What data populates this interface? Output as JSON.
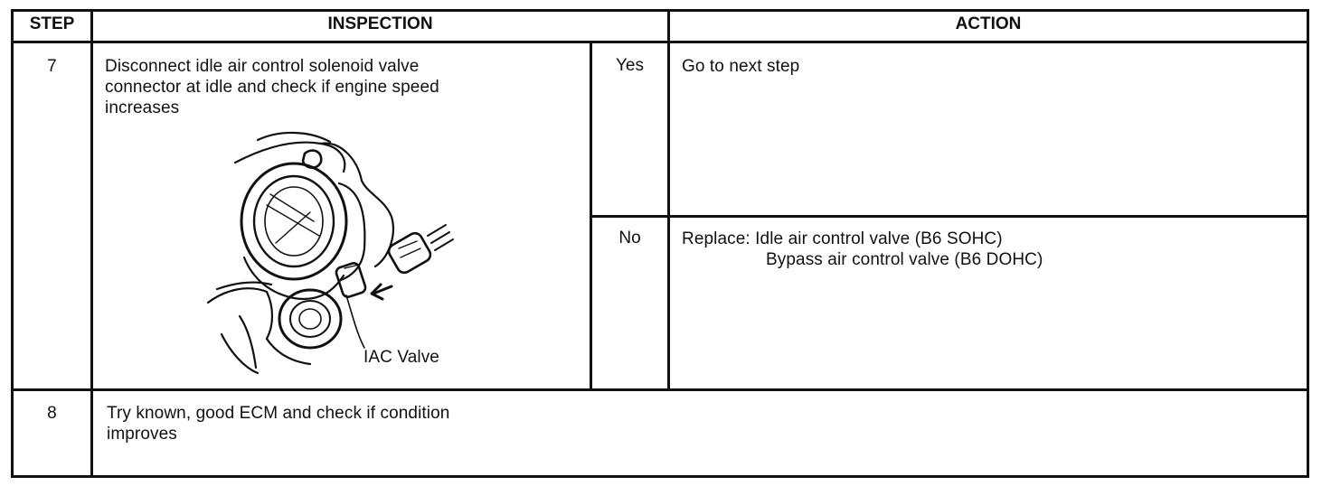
{
  "header": {
    "step": "STEP",
    "inspection": "INSPECTION",
    "action": "ACTION"
  },
  "rows": [
    {
      "step": "7",
      "inspection_lines": [
        "Disconnect idle air control solenoid valve",
        "connector at idle and check if engine speed",
        "increases"
      ],
      "figure": {
        "icon": "throttle-body-iac-valve-illustration",
        "label": "IAC Valve"
      },
      "yes_label": "Yes",
      "yes_action": "Go to next step",
      "no_label": "No",
      "no_action_lines": [
        "Replace: Idle air control valve (B6 SOHC)",
        "Bypass air control valve (B6 DOHC)"
      ]
    },
    {
      "step": "8",
      "inspection_lines": [
        "Try known, good ECM and check if condition",
        "improves"
      ]
    }
  ]
}
